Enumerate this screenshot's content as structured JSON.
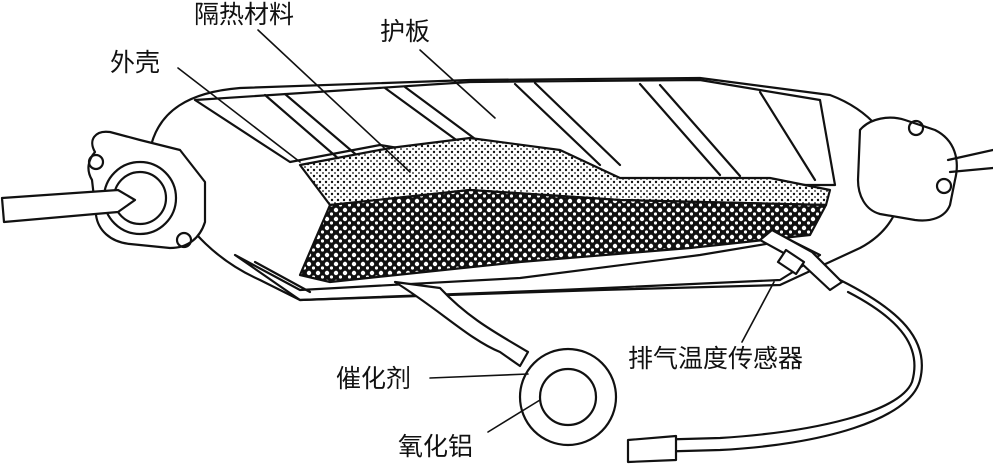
{
  "labels": {
    "insulation": "隔热材料",
    "shell": "外壳",
    "heat_shield": "护板",
    "catalyst": "催化剂",
    "exhaust_temp_sensor": "排气温度传感器",
    "alumina": "氧化铝"
  },
  "colors": {
    "line": "#111111",
    "background": "#ffffff"
  }
}
